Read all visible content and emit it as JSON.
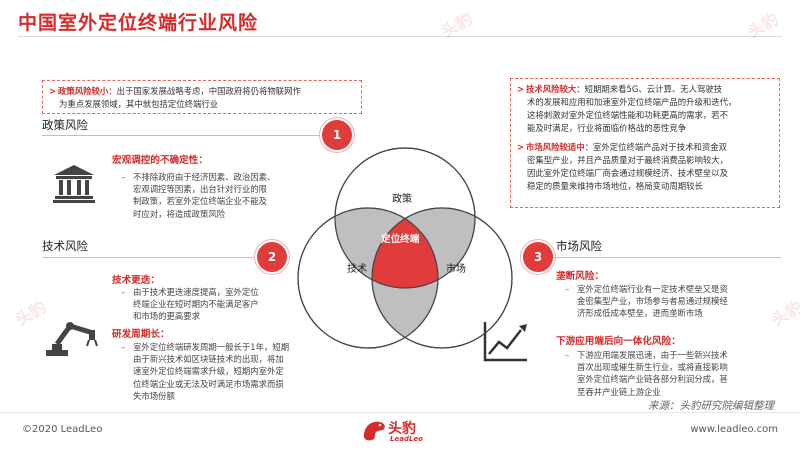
{
  "header": {
    "title": "中国室外定位终端行业风险"
  },
  "watermark": {
    "text": "头豹"
  },
  "policy": {
    "summary_title": "政策风险较小：",
    "summary_text_1": "出于国家发展战略考虑，中国政府将仍将物联网作",
    "summary_text_2": "为重点发展领域，其中就包括定位终端行业",
    "section_label": "政策风险",
    "number": "1",
    "sub_title": "宏观调控的不确定性：",
    "sub_lines": [
      "不排除政府由于经济因素、政治因素、",
      "宏观调控等因素，出台针对行业的限",
      "制政策，若室外定位终端企业不能及",
      "时应对，将造成政策风险"
    ]
  },
  "tech": {
    "summary_title": "技术风险较大：",
    "summary_lines": [
      "短期期来看5G、云计算、无人驾驶技",
      "术的发展和应用和加速室外定位终端产品的升级和迭代，",
      "这将刺激对室外定位终端性能和功耗更高的需求，若不",
      "能及时满足，行业将面临价格战的恶性竞争"
    ],
    "section_label": "技术风险",
    "number": "2",
    "sub1_title": "技术更迭：",
    "sub1_lines": [
      "由于技术更迭速度提高，室外定位",
      "终端企业在短时期内不能满足客户",
      "和市场的更高要求"
    ],
    "sub2_title": "研发周期长：",
    "sub2_lines": [
      "室外定位终端研发周期一般长于1年，短期",
      "由于新兴技术如区块链技术的出现，将加",
      "速室外定位终端需求升级，短期内室外定",
      "位终端企业或无法及时满足市场需求而损",
      "失市场份额"
    ]
  },
  "market": {
    "summary_title": "市场风险较适中：",
    "summary_lines": [
      "室外定位终端产品对于技术和资金双",
      "密集型产业，并且产品质量对于最终消费品影响较大，",
      "因此室外定位终端厂商会通过规模经济、技术壁垒以及",
      "稳定的质量来维持市场地位，格局变动周期较长"
    ],
    "section_label": "市场风险",
    "number": "3",
    "sub1_title": "垄断风险：",
    "sub1_lines": [
      "室外定位终端行业有一定技术壁垒又是资",
      "金密集型产业，市场参与者易通过规模经",
      "济形成低成本壁垒，进而垄断市场"
    ],
    "sub2_title": "下游应用端后向一体化风险：",
    "sub2_lines": [
      "下游应用端发展迅速，由于一些新兴技术",
      "首次出现或催生新生行业，或将直接影响",
      "室外定位终端产业链各部分利润分成，甚",
      "至吞并产业链上游企业"
    ]
  },
  "venn": {
    "top": "政策",
    "left": "技术",
    "right": "市场",
    "center": "定位终端"
  },
  "source": "来源：头豹研究院编辑整理",
  "footer": {
    "copyright": "©2020 LeadLeo",
    "website": "www.leadleo.com",
    "logo_cn": "头豹",
    "logo_en": "LeadLeo"
  }
}
